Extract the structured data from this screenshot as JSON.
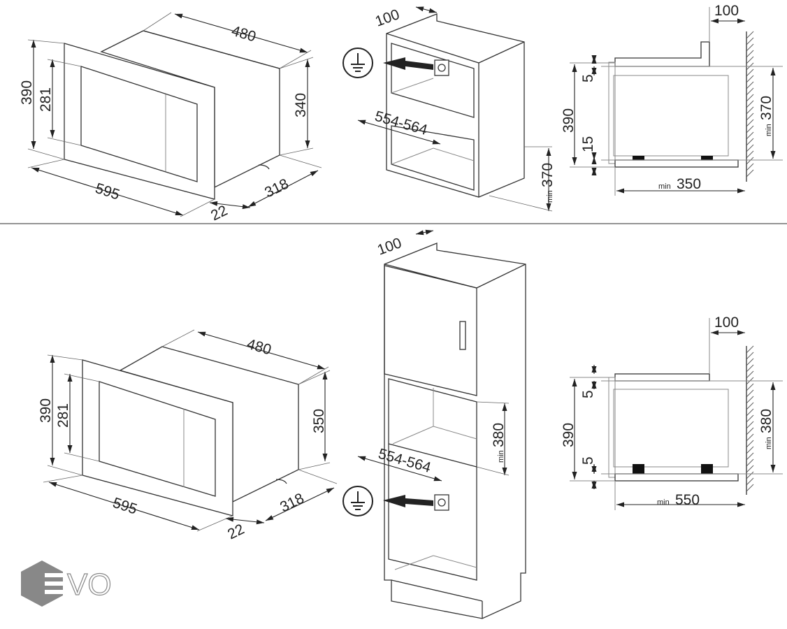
{
  "top": {
    "oven": {
      "depth": "480",
      "height": "390",
      "window_height": "281",
      "body_height": "340",
      "width": "595",
      "body_depth": "318",
      "frame_depth": "22"
    },
    "cabinet": {
      "gap": "100",
      "width": "554-564",
      "min_label": "min",
      "height": "370"
    },
    "side": {
      "gap": "100",
      "top_gap": "5",
      "height": "390",
      "bottom_gap": "15",
      "min_label": "min",
      "inner_height": "370",
      "depth": "350"
    }
  },
  "bottom": {
    "oven": {
      "depth": "480",
      "height": "390",
      "window_height": "281",
      "body_height": "350",
      "width": "595",
      "body_depth": "318",
      "frame_depth": "22"
    },
    "cabinet": {
      "gap": "100",
      "width": "554-564",
      "min_label": "min",
      "height": "380"
    },
    "side": {
      "gap": "100",
      "top_gap": "5",
      "height": "390",
      "bottom_gap": "5",
      "min_label": "min",
      "inner_height": "380",
      "depth": "550"
    }
  },
  "logo": {
    "text": "EVO"
  },
  "icons": {
    "ground": "earth-ground-icon"
  }
}
